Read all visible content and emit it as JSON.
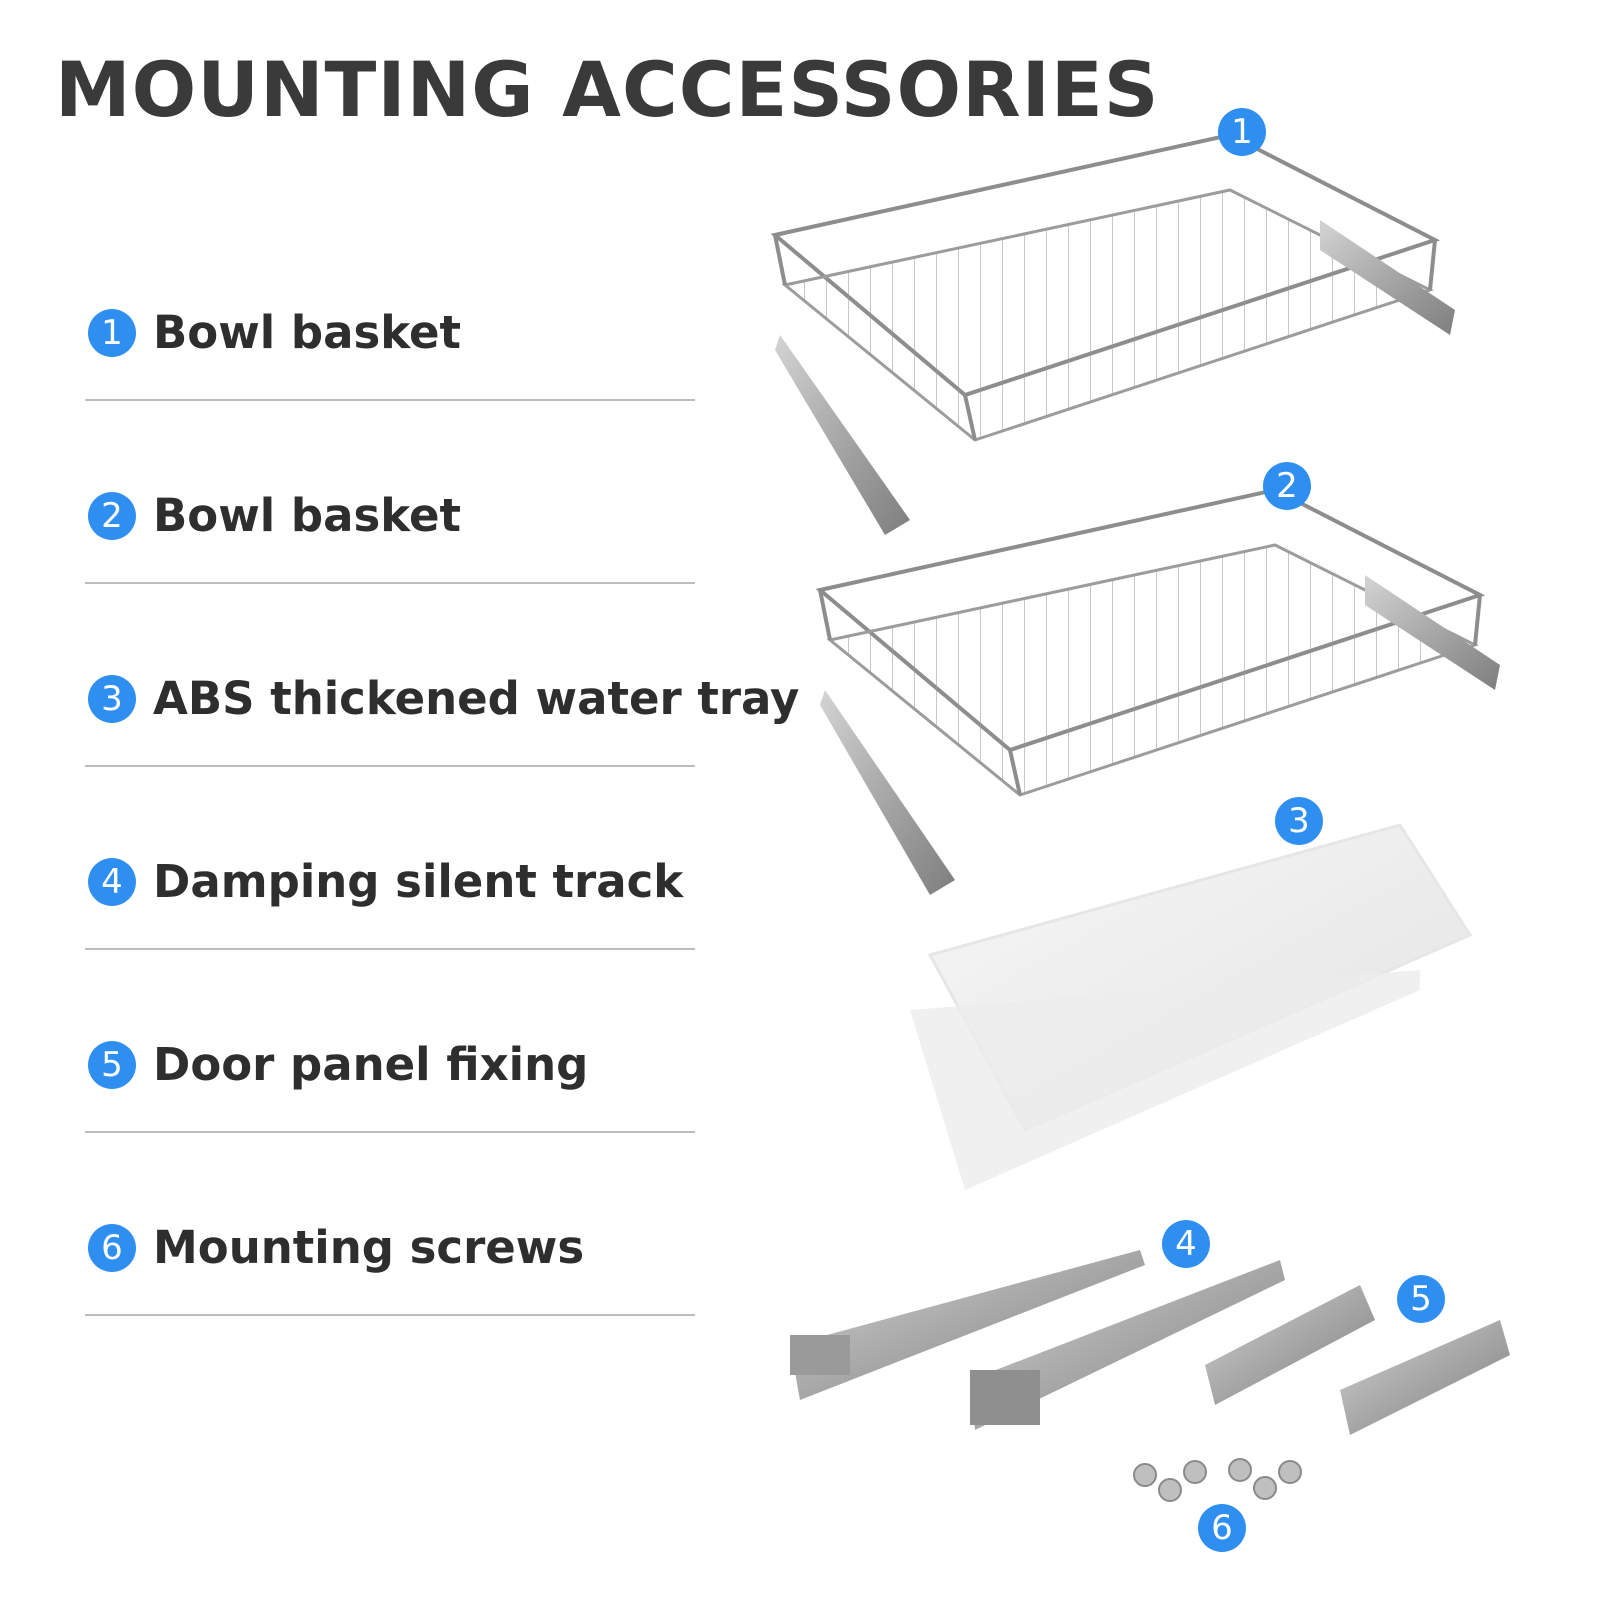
{
  "title": "MOUNTING ACCESSORIES",
  "items": [
    {
      "num": "1",
      "label": "Bowl basket"
    },
    {
      "num": "2",
      "label": "Bowl basket"
    },
    {
      "num": "3",
      "label": "ABS thickened water tray"
    },
    {
      "num": "4",
      "label": "Damping silent track"
    },
    {
      "num": "5",
      "label": "Door panel fixing"
    },
    {
      "num": "6",
      "label": "Mounting screws"
    }
  ],
  "callouts": [
    "1",
    "2",
    "3",
    "4",
    "5",
    "6"
  ],
  "colors": {
    "accent": "#2f8ff0",
    "text": "#333333",
    "rule": "#bdbdbd"
  }
}
